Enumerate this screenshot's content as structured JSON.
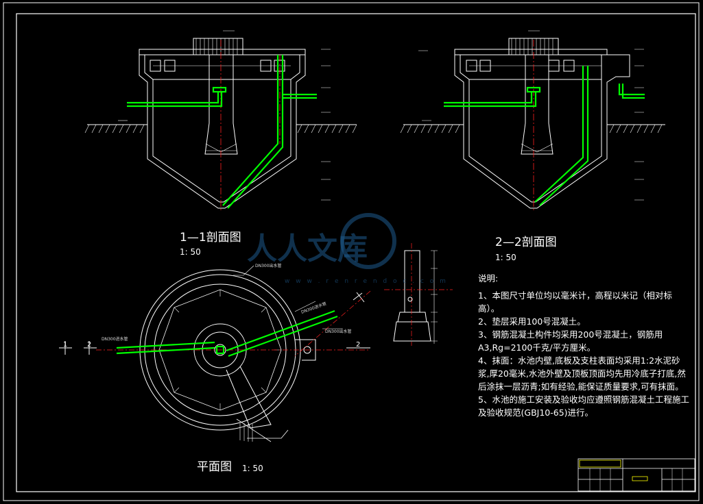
{
  "drawing": {
    "section_1": {
      "title": "1—1剖面图",
      "scale": "1: 50"
    },
    "section_2": {
      "title": "2—2剖面图",
      "scale": "1: 50"
    },
    "plan": {
      "title": "平面图",
      "scale": "1: 50"
    },
    "plan_labels": {
      "outlet_top": "DN300出水管",
      "inlet_left": "DN300进水管",
      "pipe_right": "DN300出水管",
      "pipe_diag": "DN300进水管",
      "cut_1": "1",
      "cut_2": "2"
    }
  },
  "watermark": {
    "text": "人人文库",
    "url": "w w w . r e n r e n d o c . c o m"
  },
  "notes": {
    "heading": "说明:",
    "items": [
      "1、本图尺寸单位均以毫米计，高程以米记（相对标高）。",
      "2、垫层采用100号混凝土。",
      "3、钢筋混凝土构件均采用200号混凝土，钢筋用A3,Rg=2100千克/平方厘米。",
      "4、抹面：水池内壁,底板及支柱表面均采用1:2水泥砂浆,厚20毫米,水池外壁及顶板顶面均先用冷底子打底,然后涂抹一层沥青;如有经验,能保证质量要求,可有抹面。",
      "5、水池的施工安装及验收均应遵照钢筋混凝土工程施工及验收规范(GBJ10-65)进行。"
    ]
  },
  "colors": {
    "background": "#000000",
    "lines": "#ffffff",
    "pipe": "#00ff00",
    "center": "#ff2020",
    "watermark": "#1e5a8c"
  }
}
